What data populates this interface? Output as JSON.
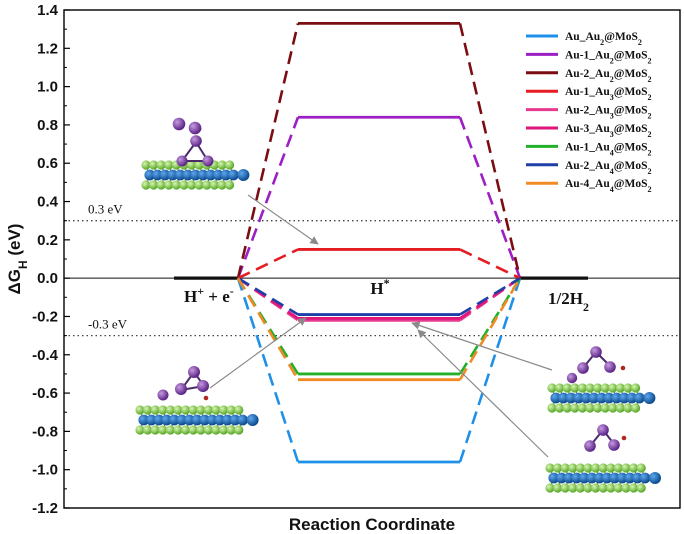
{
  "chart_data": {
    "type": "line",
    "title": "",
    "xlabel": "Reaction Coordinate",
    "ylabel": "ΔG",
    "ylabel_sub": "H",
    "ylabel_unit": " (eV)",
    "ylim": [
      -1.2,
      1.4
    ],
    "yticks": [
      "-1.2",
      "-1.0",
      "-0.8",
      "-0.6",
      "-0.4",
      "-0.2",
      "0.0",
      "0.2",
      "0.4",
      "0.6",
      "0.8",
      "1.0",
      "1.2",
      "1.4"
    ],
    "grid": false,
    "legend_position": "top-right",
    "states": [
      {
        "main": "H",
        "sup": "+",
        "rest": " + e",
        "sup2": "-"
      },
      {
        "main": "H",
        "sup": "*",
        "rest": "",
        "sup2": ""
      },
      {
        "main": "1/2H",
        "sub": "2",
        "rest": "",
        "sup2": ""
      }
    ],
    "reference_lines": [
      {
        "y": 0.3,
        "label": "0.3 eV"
      },
      {
        "y": -0.3,
        "label": "-0.3 eV"
      }
    ],
    "series": [
      {
        "name": "Au_Au2@MoS2",
        "legend": [
          [
            "Au_Au",
            ""
          ],
          [
            "2",
            "sub"
          ],
          [
            "@MoS",
            ""
          ],
          [
            "2",
            "sub"
          ]
        ],
        "color": "#1e90e8",
        "values": [
          0,
          -0.96,
          0
        ]
      },
      {
        "name": "Au-1_Au2@MoS2",
        "legend": [
          [
            "Au-1_Au",
            ""
          ],
          [
            "2",
            "sub"
          ],
          [
            "@MoS",
            ""
          ],
          [
            "2",
            "sub"
          ]
        ],
        "color": "#9b1fc4",
        "values": [
          0,
          0.84,
          0
        ]
      },
      {
        "name": "Au-2_Au2@MoS2",
        "legend": [
          [
            "Au-2_Au",
            ""
          ],
          [
            "2",
            "sub"
          ],
          [
            "@MoS",
            ""
          ],
          [
            "2",
            "sub"
          ]
        ],
        "color": "#7a0d12",
        "values": [
          0,
          1.33,
          0
        ]
      },
      {
        "name": "Au-1_Au3@MoS2",
        "legend": [
          [
            "Au-1_Au",
            ""
          ],
          [
            "3",
            "sub"
          ],
          [
            "@MoS",
            ""
          ],
          [
            "2",
            "sub"
          ]
        ],
        "color": "#e51c22",
        "values": [
          0,
          0.15,
          0
        ]
      },
      {
        "name": "Au-2_Au3@MoS2",
        "legend": [
          [
            "Au-2_Au",
            ""
          ],
          [
            "3",
            "sub"
          ],
          [
            "@MoS",
            ""
          ],
          [
            "2",
            "sub"
          ]
        ],
        "color": "#e83a8f",
        "values": [
          0,
          -0.22,
          0
        ]
      },
      {
        "name": "Au-3_Au3@MoS2",
        "legend": [
          [
            "Au-3_Au",
            ""
          ],
          [
            "3",
            "sub"
          ],
          [
            "@MoS",
            ""
          ],
          [
            "2",
            "sub"
          ]
        ],
        "color": "#e0157a",
        "values": [
          0,
          -0.21,
          0
        ]
      },
      {
        "name": "Au-1_Au4@MoS2",
        "legend": [
          [
            "Au-1_Au",
            ""
          ],
          [
            "4",
            "sub"
          ],
          [
            "@MoS",
            ""
          ],
          [
            "2",
            "sub"
          ]
        ],
        "color": "#22b02a",
        "values": [
          0,
          -0.5,
          0
        ]
      },
      {
        "name": "Au-2_Au4@MoS2",
        "legend": [
          [
            "Au-2_Au",
            ""
          ],
          [
            "4",
            "sub"
          ],
          [
            "@MoS",
            ""
          ],
          [
            "2",
            "sub"
          ]
        ],
        "color": "#1f3fa8",
        "values": [
          0,
          -0.19,
          0
        ]
      },
      {
        "name": "Au-4_Au4@MoS2",
        "legend": [
          [
            "Au-4_Au",
            ""
          ],
          [
            "4",
            "sub"
          ],
          [
            "@MoS",
            ""
          ],
          [
            "2",
            "sub"
          ]
        ],
        "color": "#f08a24",
        "values": [
          0,
          -0.53,
          0
        ]
      }
    ],
    "colors": {
      "axis": "#000000",
      "baseline": "#111111",
      "reference": "#444444",
      "arrow": "#8a8a8a",
      "sulfur": "#7ac943",
      "molybdenum": "#0e5fb0",
      "gold": "#7b3aa8",
      "hydrogen": "#b3261e"
    }
  }
}
